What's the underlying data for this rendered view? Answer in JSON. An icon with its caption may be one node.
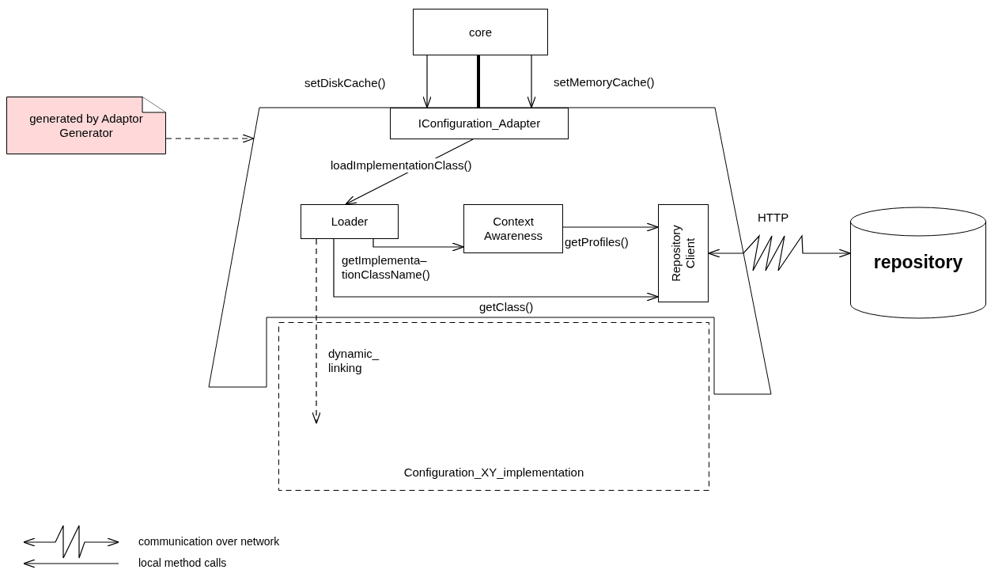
{
  "diagram": {
    "nodes": [
      {
        "text": [
          "core"
        ]
      },
      {
        "text": [],
        "shape": "trapezoid"
      },
      {
        "text": [
          "IConfiguration_Adapter"
        ],
        "in": 1
      },
      {
        "text": [
          "generated by Adaptor Generator"
        ]
      },
      {
        "text": [
          "Loader"
        ],
        "in": 1
      },
      {
        "text": [
          "Context Awareness"
        ],
        "in": 1
      },
      {
        "text": [
          "Repository Client"
        ],
        "in": 1
      },
      {
        "text": [
          "repository"
        ]
      },
      {
        "text": [
          "Configuration_XY_implementation"
        ]
      }
    ],
    "edges": [
      {
        "from": 0,
        "to": 2,
        "arrow": "to",
        "label": "setDiskCache()"
      },
      {
        "from": 0,
        "to": 2,
        "arrow": "none",
        "style": "thick"
      },
      {
        "from": 0,
        "to": 2,
        "arrow": "to",
        "label": "setMemoryCache()"
      },
      {
        "from": 3,
        "to": 1,
        "arrow": "to",
        "style": "dashed"
      },
      {
        "from": 2,
        "to": 4,
        "arrow": "to",
        "label": "loadImplementationClass()"
      },
      {
        "from": 4,
        "to": 5,
        "arrow": "to",
        "label": "getImplementa– tionClassName()"
      },
      {
        "from": 5,
        "to": 6,
        "arrow": "to",
        "label": "getProfiles()"
      },
      {
        "from": 4,
        "to": 6,
        "arrow": "to",
        "label": "getClass()"
      },
      {
        "from": 6,
        "to": 7,
        "arrow": "both",
        "label": "HTTP"
      },
      {
        "from": 4,
        "to": 8,
        "arrow": "to",
        "style": "dashed",
        "label": "dynamic_ linking"
      }
    ],
    "legend": [
      {
        "text": "communication over network"
      },
      {
        "text": "local method calls"
      }
    ]
  }
}
